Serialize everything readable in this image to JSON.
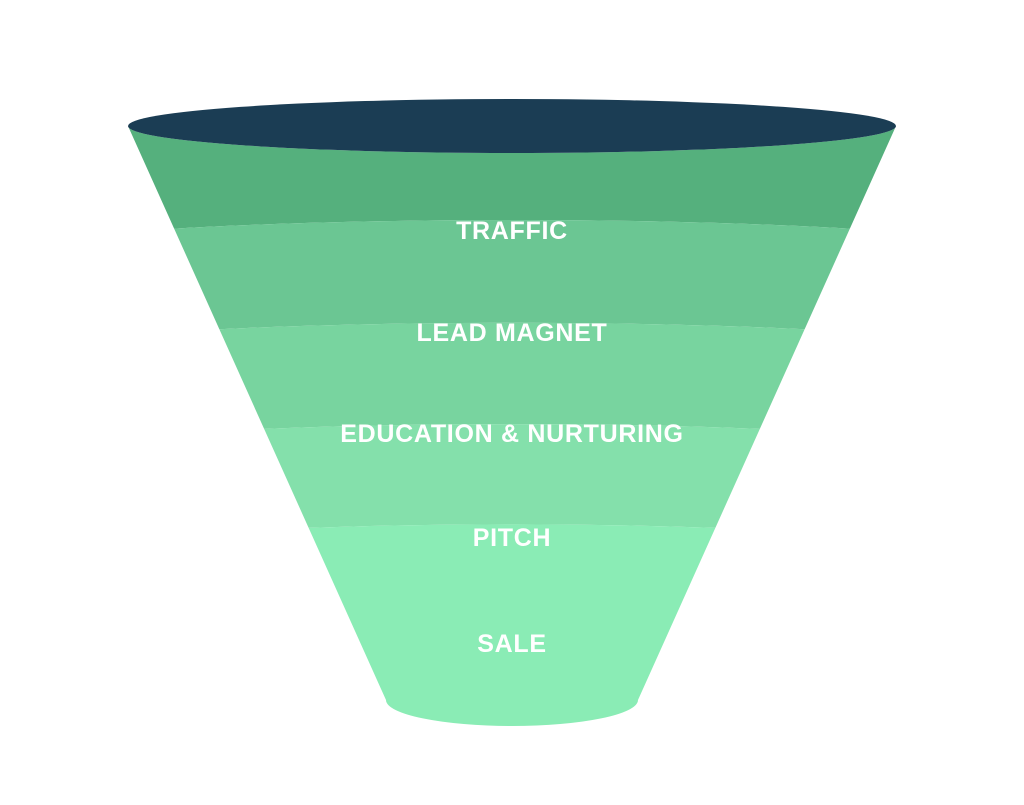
{
  "diagram": {
    "type": "marketing-funnel",
    "title": "",
    "background_color": "#ffffff",
    "rim_color": "#1b3d54",
    "label_color": "#ffffff",
    "stages": [
      {
        "label": "TRAFFIC",
        "color": "#55b07d",
        "order": 1
      },
      {
        "label": "LEAD MAGNET",
        "color": "#6bc693",
        "order": 2
      },
      {
        "label": "EDUCATION & NURTURING",
        "color": "#78d49f",
        "order": 3
      },
      {
        "label": "PITCH",
        "color": "#84e0ab",
        "order": 4
      },
      {
        "label": "SALE",
        "color": "#8aecb5",
        "order": 5
      }
    ]
  }
}
